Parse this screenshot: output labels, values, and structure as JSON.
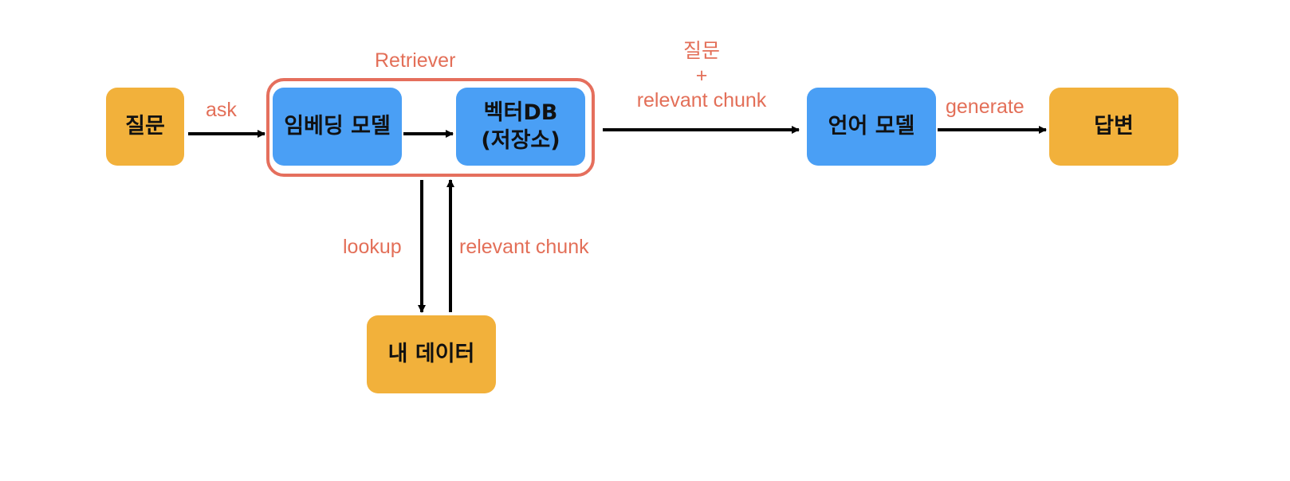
{
  "retriever": {
    "label": "Retriever",
    "border_color": "#E56F5D"
  },
  "nodes": {
    "question": "질문",
    "embedding_model": "임베딩 모델",
    "vector_db_line1": "벡터DB",
    "vector_db_line2": "(저장소)",
    "language_model": "언어 모델",
    "answer": "답변",
    "my_data": "내 데이터"
  },
  "edges": {
    "ask": "ask",
    "lookup": "lookup",
    "relevant_chunk_up": "relevant chunk",
    "to_lm_line1": "질문",
    "to_lm_line2": "+",
    "to_lm_line3": "relevant chunk",
    "generate": "generate"
  },
  "colors": {
    "input_output_node": "#F2B13B",
    "model_node": "#4A9FF5",
    "edge_label": "#E36F58",
    "arrow": "#000000"
  }
}
